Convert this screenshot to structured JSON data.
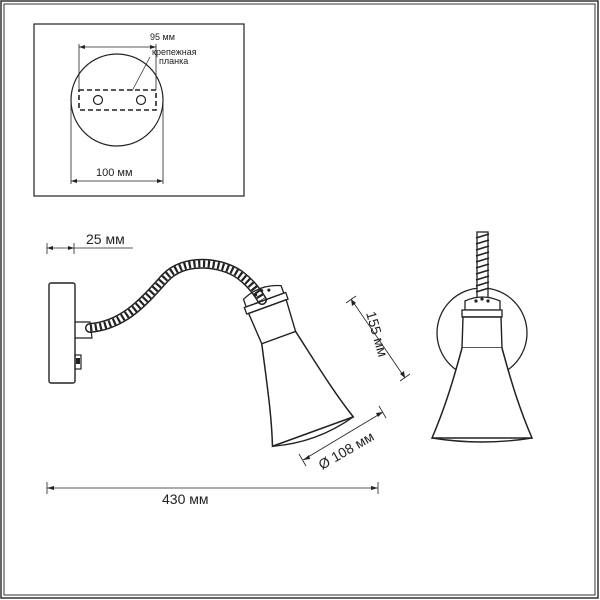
{
  "mounting_plate": {
    "plate_width_label": "95 мм",
    "plate_note_line1": "крепежная",
    "plate_note_line2": "планка",
    "base_diameter_label": "100 мм"
  },
  "side_view": {
    "wall_offset_label": "25 мм",
    "shade_height_label": "155 мм",
    "shade_diameter_label": "Ø 108 мм",
    "total_length_label": "430  мм"
  },
  "colors": {
    "line": "#222222",
    "frame": "#333333"
  }
}
